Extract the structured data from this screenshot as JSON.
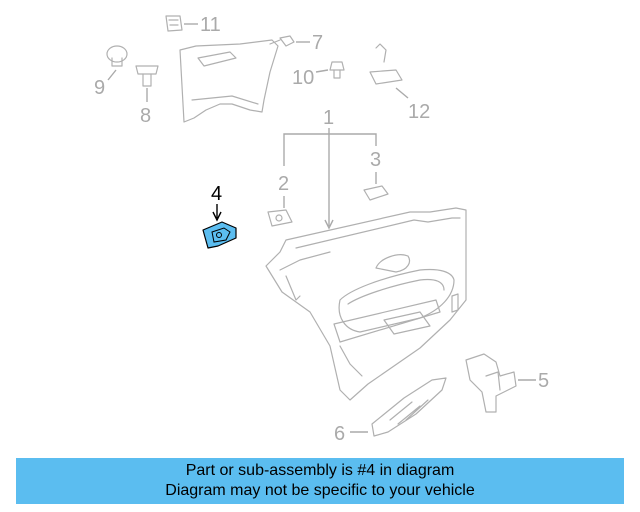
{
  "callouts": {
    "c1": "1",
    "c2": "2",
    "c3": "3",
    "c4": "4",
    "c5": "5",
    "c6": "6",
    "c7": "7",
    "c8": "8",
    "c9": "9",
    "c10": "10",
    "c11": "11",
    "c12": "12"
  },
  "highlight": {
    "part": "4",
    "color": "#5bbdf0"
  },
  "banner": {
    "line1": "Part or sub-assembly is #4 in diagram",
    "line2": "Diagram may not be specific to your vehicle",
    "background": "#5bbdf0"
  }
}
